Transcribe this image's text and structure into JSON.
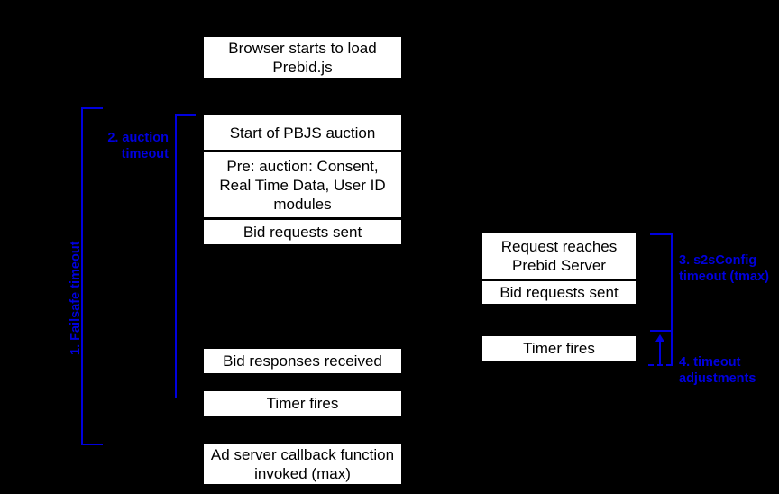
{
  "diagram": {
    "title": "Prebid.js auction timeout diagram",
    "accent_color": "#0000dd",
    "box_fill": "#ffffff",
    "background": "#000000",
    "client_column": {
      "boxes": [
        {
          "id": "browser-load",
          "label": "Browser starts to load Prebid.js"
        },
        {
          "id": "auction-start",
          "label": "Start of PBJS auction"
        },
        {
          "id": "pre-auction",
          "label": "Pre: auction: Consent, Real Time Data, User ID modules"
        },
        {
          "id": "bid-requests-sent",
          "label": "Bid requests sent"
        },
        {
          "id": "bid-responses-received",
          "label": "Bid responses received"
        },
        {
          "id": "timer-fires",
          "label": "Timer fires"
        },
        {
          "id": "ad-server-callback",
          "label": "Ad server callback function invoked (max)"
        }
      ]
    },
    "server_column": {
      "boxes": [
        {
          "id": "request-reaches-server",
          "label": "Request reaches Prebid Server"
        },
        {
          "id": "server-bid-requests-sent",
          "label": "Bid requests sent"
        },
        {
          "id": "server-timer-fires",
          "label": "Timer fires"
        }
      ]
    },
    "annotations": [
      {
        "id": "failsafe-timeout",
        "label": "1. Failsafe timeout",
        "orientation": "vertical"
      },
      {
        "id": "auction-timeout",
        "label": "2. auction\ntimeout",
        "orientation": "horizontal"
      },
      {
        "id": "s2sconfig-timeout",
        "label": "3. s2sConfig\ntimeout (tmax)",
        "orientation": "horizontal"
      },
      {
        "id": "timeout-adjustments",
        "label": "4. timeout\nadjustments",
        "orientation": "horizontal"
      }
    ]
  }
}
